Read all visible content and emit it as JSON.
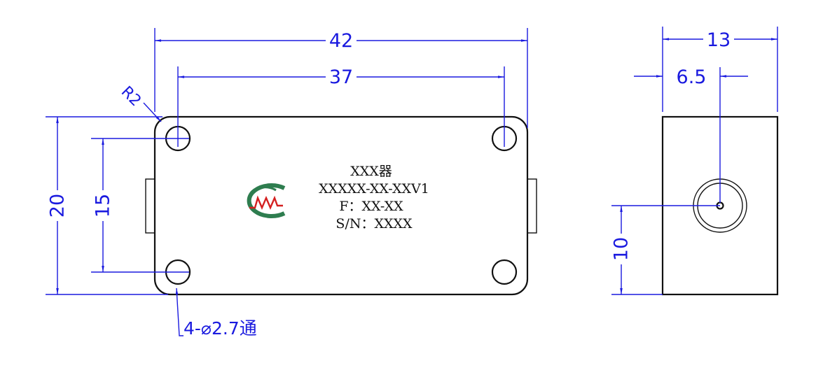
{
  "dimensions": {
    "overall_width": "42",
    "hole_spacing_x": "37",
    "corner_radius": "R2",
    "overall_height": "20",
    "hole_spacing_y": "15",
    "holes_note": "4-⌀2.7通",
    "side_width": "13",
    "port_offset_x": "6.5",
    "port_height": "10"
  },
  "label": {
    "line1": "XXX器",
    "line2": "XXXXX-XX-XXV1",
    "line3": "F：XX-XX",
    "line4": "S/N：XXXX"
  },
  "logo": {
    "text": "MW",
    "icon": "company-logo-icon"
  },
  "colors": {
    "dimension": "#1a1adf",
    "outline": "#111111",
    "logo_green": "#2e7d4f",
    "logo_red": "#d42020"
  }
}
